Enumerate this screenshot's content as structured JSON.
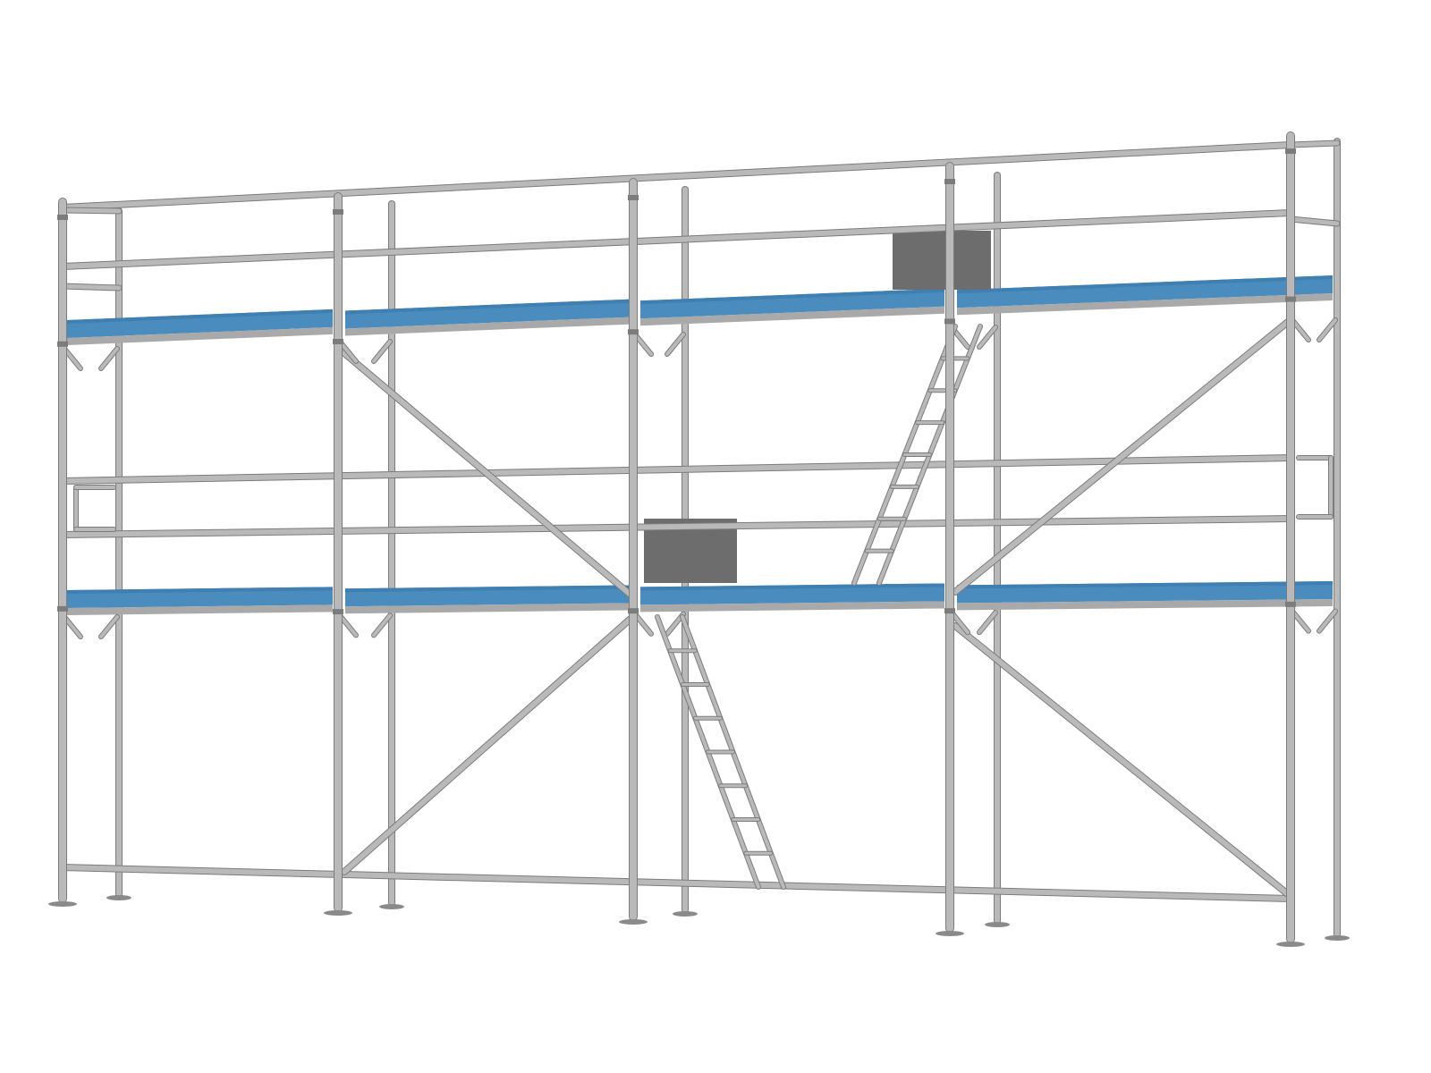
{
  "scene": {
    "subject": "scaffold",
    "bays": 4,
    "levels": 2
  },
  "colors": {
    "background": "#ffffff",
    "tube": "#b9b9b9",
    "tube_edge": "#7c7c7c",
    "deck_top": "#3f7fb2",
    "deck_face": "#4a8cbd",
    "deck_under": "#a9a9a9",
    "toeboard": "#6d6d6d",
    "base_plate": "#8a8a8a"
  }
}
